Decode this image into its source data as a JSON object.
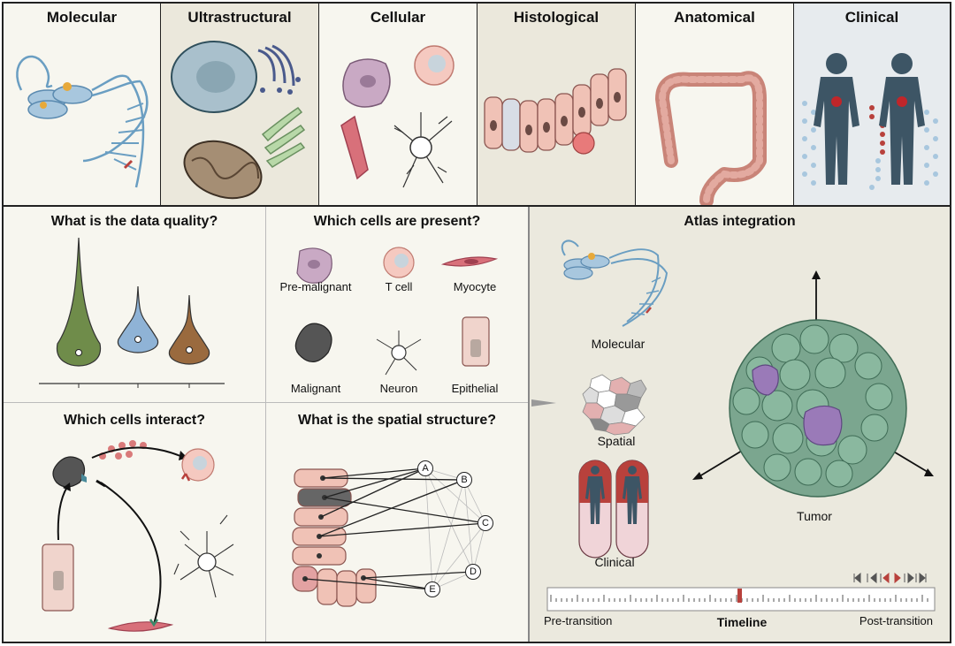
{
  "scales": {
    "molecular": "Molecular",
    "ultrastructural": "Ultrastructural",
    "cellular": "Cellular",
    "histological": "Histological",
    "anatomical": "Anatomical",
    "clinical": "Clinical"
  },
  "data_quality": {
    "title": "What is the data quality?",
    "violin_colors": [
      "#6f8c4a",
      "#8fb3d6",
      "#9a6a3e"
    ]
  },
  "cells_present": {
    "title": "Which cells are present?",
    "cells": [
      "Pre-malignant",
      "T cell",
      "Myocyte",
      "Malignant",
      "Neuron",
      "Epithelial"
    ]
  },
  "interact": {
    "title": "Which cells interact?"
  },
  "spatial": {
    "title": "What is the spatial structure?",
    "nodes": [
      "A",
      "B",
      "C",
      "D",
      "E"
    ]
  },
  "atlas": {
    "title": "Atlas integration",
    "molecular": "Molecular",
    "spatial": "Spatial",
    "clinical": "Clinical",
    "tumor": "Tumor",
    "timeline": "Timeline",
    "pre": "Pre-transition",
    "post": "Post-transition"
  },
  "colors": {
    "frame": "#222222",
    "panel_bg_light": "#f7f6ef",
    "panel_bg_tan": "#ebe8dc",
    "atlas_bg": "#ebe9de",
    "dna": "#6a9ec2",
    "tumor": "#6b9b83",
    "tumor_purple": "#9a7ab8",
    "accent_red": "#b8413c"
  }
}
